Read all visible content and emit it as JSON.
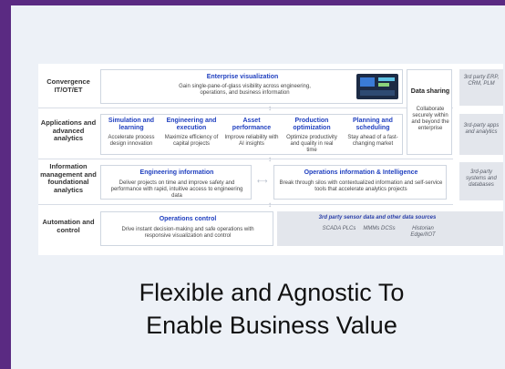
{
  "rows": [
    {
      "label": "Convergence IT/OT/ET"
    },
    {
      "label": "Applications and advanced analytics"
    },
    {
      "label": "Information management and foundational analytics"
    },
    {
      "label": "Automation and control"
    }
  ],
  "enterprise": {
    "title": "Enterprise visualization",
    "desc": "Gain single-pane-of-glass visibility across engineering, operations, and business information"
  },
  "apps": [
    {
      "title": "Simulation and learning",
      "desc": "Accelerate process design innovation"
    },
    {
      "title": "Engineering and execution",
      "desc": "Maximize efficiency of capital projects"
    },
    {
      "title": "Asset performance",
      "desc": "Improve reliability with AI insights"
    },
    {
      "title": "Production optimization",
      "desc": "Optimize productivity and quality in real time"
    },
    {
      "title": "Planning and scheduling",
      "desc": "Stay ahead of a fast-changing market"
    }
  ],
  "engineering_info": {
    "title": "Engineering information",
    "desc": "Deliver projects on time and improve safety and performance with rapid, intuitive access to engineering data"
  },
  "operations_info": {
    "title": "Operations information & Intelligence",
    "desc": "Break through silos with contextualized information and self-service tools that accelerate analytics projects"
  },
  "operations_control": {
    "title": "Operations control",
    "desc": "Drive instant decision-making and safe operations with responsive visualization and control"
  },
  "sensor_data": {
    "title": "3rd party sensor data and other data sources",
    "items": [
      "SCADA PLCs",
      "MMMs DCSs",
      "Historian Edge/IIOT"
    ]
  },
  "data_sharing": {
    "title": "Data sharing",
    "desc": "Collaborate securely within and beyond the enterprise"
  },
  "third_party": [
    "3rd party ERP, CRM, PLM",
    "3rd-party apps and analytics",
    "3rd-party systems and databases"
  ],
  "caption": {
    "line1": "Flexible and Agnostic To",
    "line2": "Enable Business Value"
  },
  "colors": {
    "accent_purple": "#5a2a82",
    "title_blue": "#1f3fbf",
    "panel_bg": "#edf1f7"
  }
}
